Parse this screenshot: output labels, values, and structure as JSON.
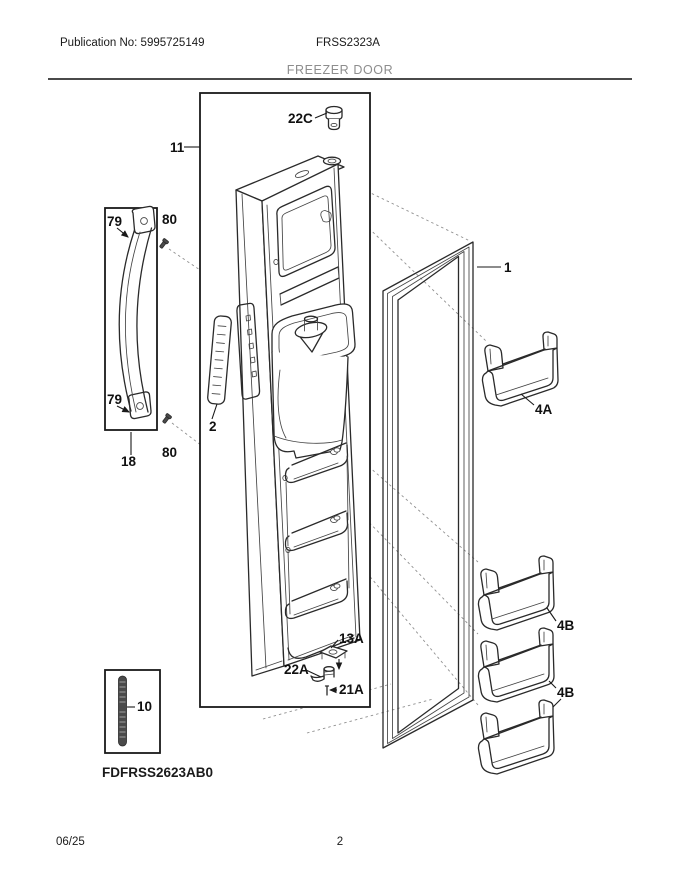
{
  "header": {
    "publication": "Publication No: 5995725149",
    "model": "FRSS2323A",
    "section_title": "FREEZER DOOR"
  },
  "diagram": {
    "drawing_code": "FDFRSS2623AB0",
    "callouts": {
      "door_assembly": "11",
      "top_hinge_plug": "22C",
      "handle_end_top": "79",
      "shoulder_screw_top": "80",
      "handle_end_bottom": "79",
      "shoulder_screw_bottom": "80",
      "door_handle": "18",
      "control_board": "2",
      "door_gasket": "1",
      "upper_door_bin": "4A",
      "lower_door_bin_1": "4B",
      "lower_door_bin_2": "4B",
      "bottom_hinge_bracket": "13A",
      "bottom_hinge_pin": "22A",
      "hinge_screw": "21A",
      "water_tube": "10"
    }
  },
  "footer": {
    "date": "06/25",
    "page": "2"
  }
}
